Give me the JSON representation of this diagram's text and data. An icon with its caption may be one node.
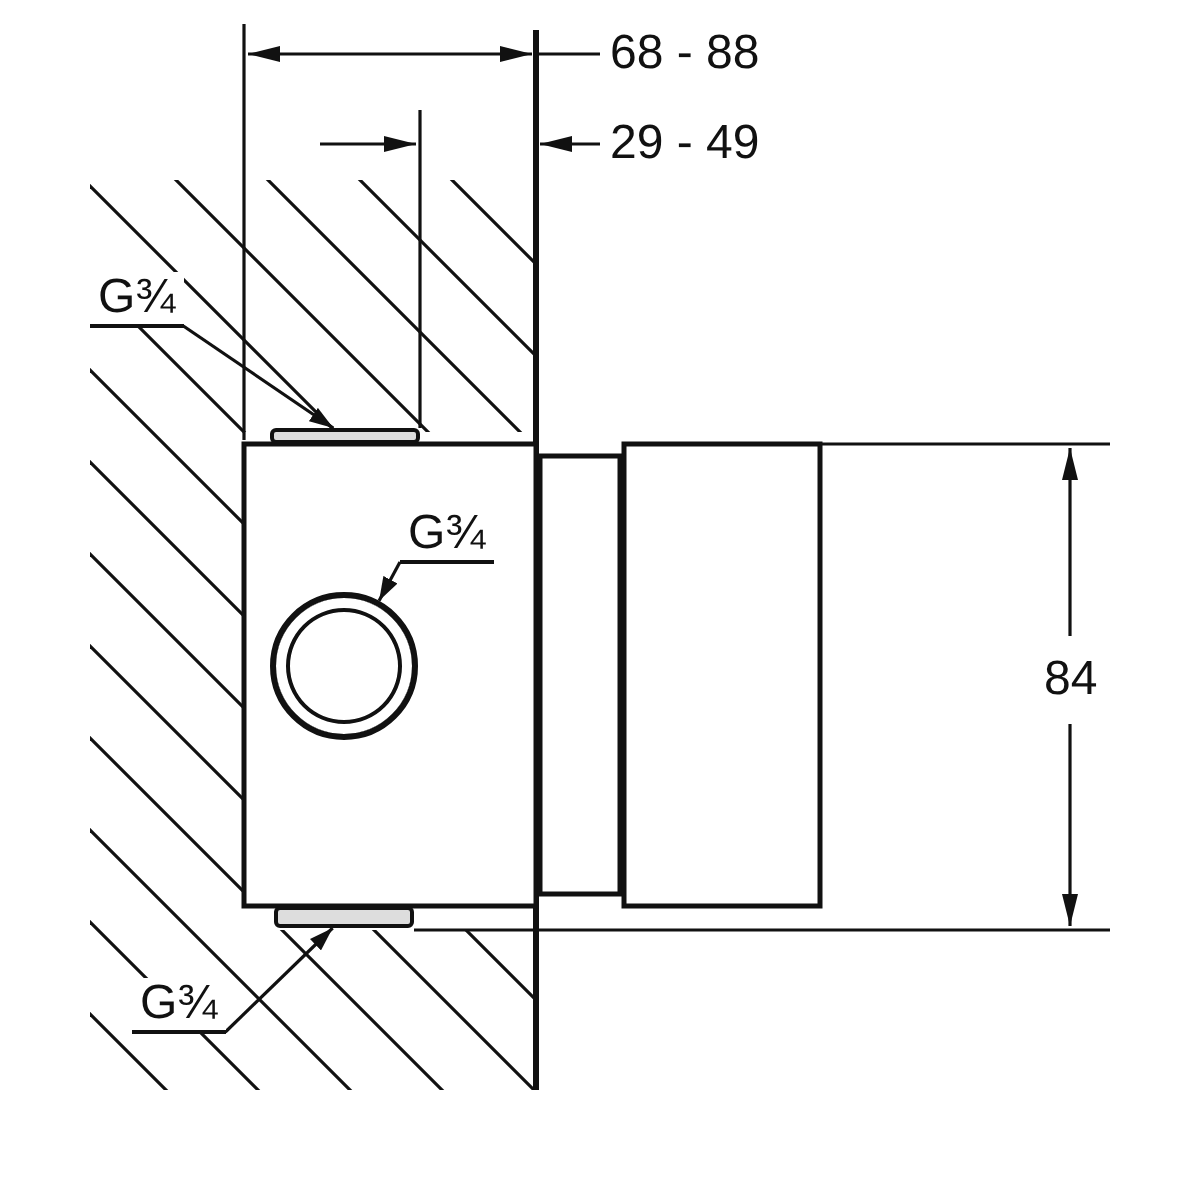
{
  "diagram": {
    "nodes": [
      {
        "text": [
          "G¾"
        ]
      },
      {
        "text": [],
        "shape": "box"
      },
      {
        "text": [
          "G¾"
        ]
      },
      {
        "text": [],
        "shape": "circle"
      },
      {
        "text": [
          "G¾"
        ]
      },
      {
        "text": [],
        "shape": "box"
      }
    ],
    "edges": [
      {
        "from": 0,
        "to": 1,
        "arrow": "to"
      },
      {
        "from": 2,
        "to": 3,
        "arrow": "to"
      },
      {
        "from": 4,
        "to": 5,
        "arrow": "to"
      }
    ],
    "labels": [
      "68 - 88",
      "29 - 49",
      "84"
    ]
  }
}
